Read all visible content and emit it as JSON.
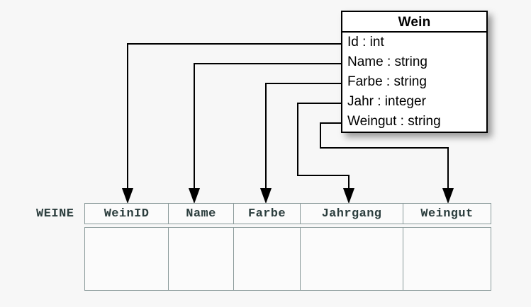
{
  "diagram": {
    "kind": "uml-class-to-relational-table-mapping",
    "background_color": "#f7f7f7"
  },
  "uml_class": {
    "title": "Wein",
    "border_color": "#000000",
    "fill_color": "#ffffff",
    "attributes": [
      {
        "label": "Id : int",
        "name": "Id",
        "type": "int"
      },
      {
        "label": "Name : string",
        "name": "Name",
        "type": "string"
      },
      {
        "label": "Farbe : string",
        "name": "Farbe",
        "type": "string"
      },
      {
        "label": "Jahr : integer",
        "name": "Jahr",
        "type": "integer"
      },
      {
        "label": "Weingut : string",
        "name": "Weingut",
        "type": "string"
      }
    ]
  },
  "relational_table": {
    "name": "WEINE",
    "label_color": "#2c3e3e",
    "border_color": "#8a9a9a",
    "columns": [
      {
        "header": "WeinID"
      },
      {
        "header": "Name"
      },
      {
        "header": "Farbe"
      },
      {
        "header": "Jahrgang"
      },
      {
        "header": "Weingut"
      }
    ],
    "rows": [
      {
        "cells": [
          "",
          "",
          "",
          "",
          ""
        ]
      }
    ]
  },
  "connectors": [
    {
      "from": "Id",
      "to": "WeinID",
      "arrow": "down"
    },
    {
      "from": "Name",
      "to": "Name",
      "arrow": "down"
    },
    {
      "from": "Farbe",
      "to": "Farbe",
      "arrow": "down"
    },
    {
      "from": "Jahr",
      "to": "Jahrgang",
      "arrow": "down"
    },
    {
      "from": "Weingut",
      "to": "Weingut",
      "arrow": "down"
    }
  ]
}
